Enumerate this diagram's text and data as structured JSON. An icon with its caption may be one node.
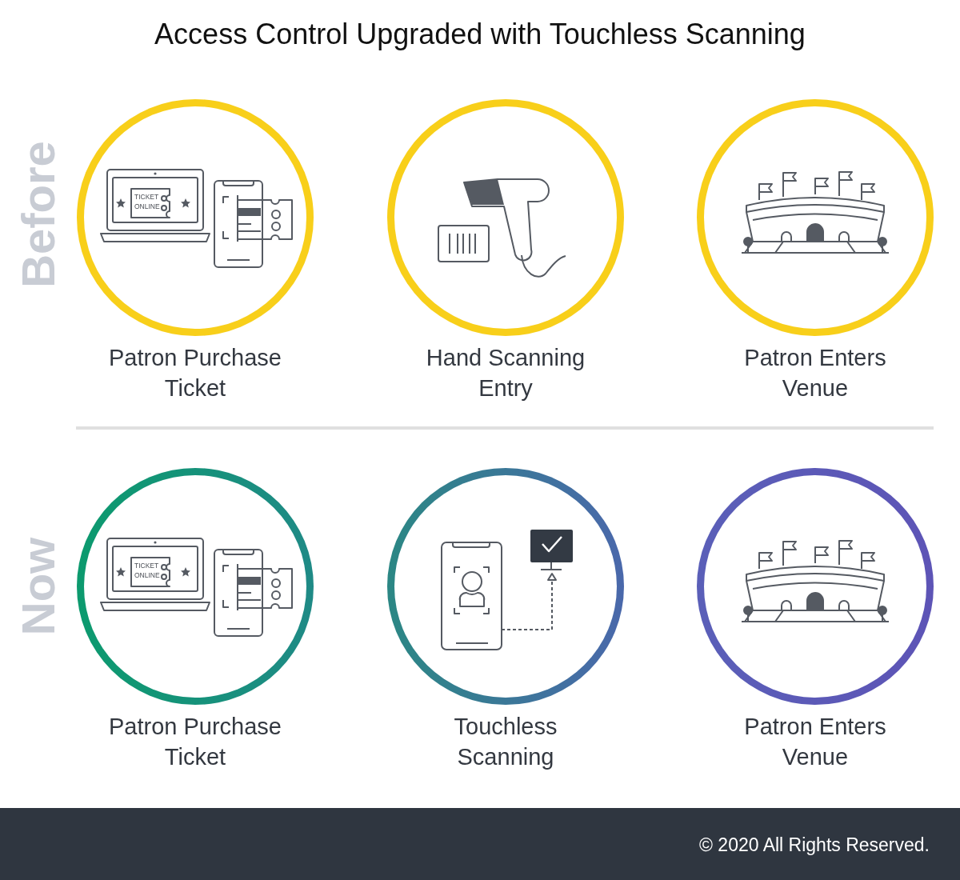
{
  "diagram": {
    "title": "Access Control Upgraded with Touchless Scanning",
    "nodes": [
      {
        "text": [
          "Patron Purchase Ticket"
        ]
      },
      {
        "text": [
          "Hand Scanning Entry"
        ]
      },
      {
        "text": [
          "Patron Enters Venue"
        ]
      },
      {
        "text": [
          "Patron Purchase Ticket"
        ]
      },
      {
        "text": [
          "Touchless Scanning"
        ]
      },
      {
        "text": [
          "Patron Enters Venue"
        ]
      }
    ],
    "edges": [],
    "labels": [
      "Before",
      "TICKET ONLINE",
      "Now",
      "TICKET ONLINE",
      "© 2020 All Rights Reserved."
    ]
  }
}
